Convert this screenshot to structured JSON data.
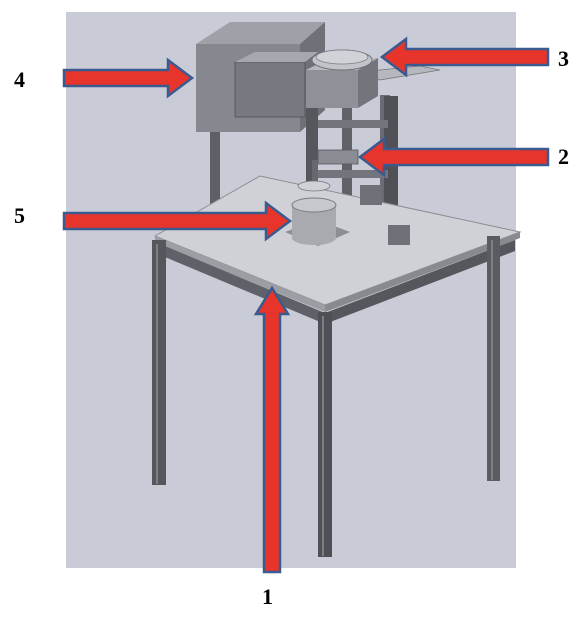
{
  "labels": {
    "l1": "1",
    "l2": "2",
    "l3": "3",
    "l4": "4",
    "l5": "5"
  },
  "colors": {
    "background": "#c9ccd6",
    "arrow_fill": "#e8352b",
    "arrow_stroke": "#3b5a8f",
    "frame": "#5e6068",
    "panel": "#cfd1d6"
  }
}
